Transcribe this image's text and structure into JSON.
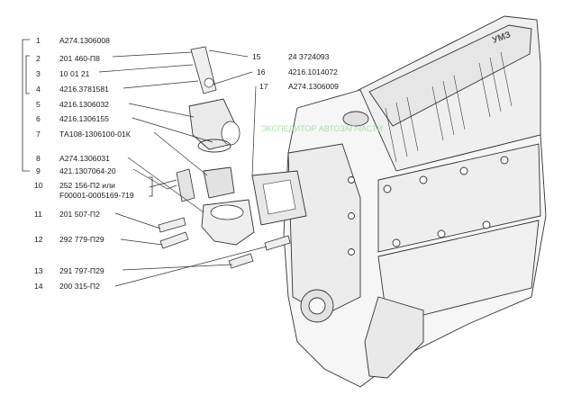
{
  "callouts": [
    {
      "num": "1",
      "part": "А274.1306008"
    },
    {
      "num": "2",
      "part": "201 460-П8"
    },
    {
      "num": "3",
      "part": "10 01 21"
    },
    {
      "num": "4",
      "part": "4216.3781581"
    },
    {
      "num": "5",
      "part": "4216.1306032"
    },
    {
      "num": "6",
      "part": "4216.1306155"
    },
    {
      "num": "7",
      "part": "ТА108-1306100-01К"
    },
    {
      "num": "8",
      "part": "А274.1306031"
    },
    {
      "num": "9",
      "part": "421.1307064-20"
    },
    {
      "num": "10",
      "part": "252 156-П2 или",
      "part2": "F00001-0005169-719"
    },
    {
      "num": "11",
      "part": "201 507-П2"
    },
    {
      "num": "12",
      "part": "292 779-П29"
    },
    {
      "num": "13",
      "part": "291 797-П29"
    },
    {
      "num": "14",
      "part": "200 315-П2"
    },
    {
      "num": "15",
      "part": "24 3724093"
    },
    {
      "num": "16",
      "part": "4216.1014072"
    },
    {
      "num": "17",
      "part": "А274.1306009"
    }
  ],
  "engine": {
    "block_label": "УМЗ"
  },
  "watermark": "ЭКСПЕДИТОР АВТОЗАПЧАСТИ",
  "colors": {
    "line": "#333333",
    "fill": "#f4f4f4",
    "shade": "#d8d8d8"
  }
}
